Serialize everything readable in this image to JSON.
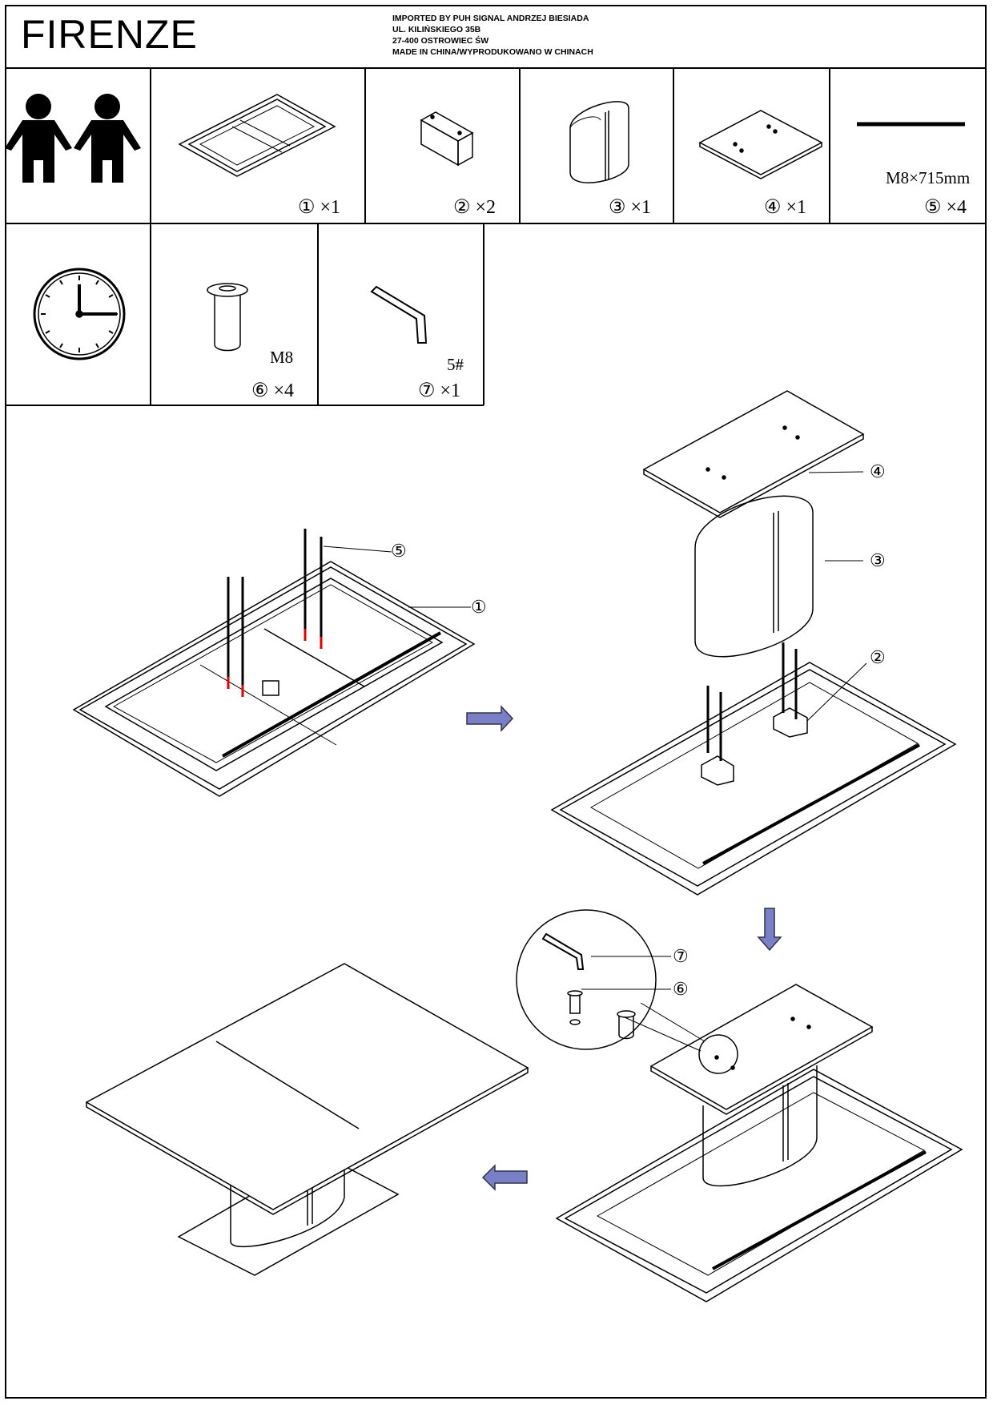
{
  "header": {
    "title": "FIRENZE",
    "importer_lines": [
      "IMPORTED BY PUH SIGNAL ANDRZEJ BIESIADA",
      "UL. KILIŃSKIEGO 35B",
      "27-400 OSTROWIEC ŚW",
      "MADE IN CHINA/WYPRODUKOWANO W CHINACH"
    ]
  },
  "parts": [
    {
      "id": "①",
      "qty": "×1",
      "name": "table-frame"
    },
    {
      "id": "②",
      "qty": "×2",
      "name": "bracket"
    },
    {
      "id": "③",
      "qty": "×1",
      "name": "pedestal"
    },
    {
      "id": "④",
      "qty": "×1",
      "name": "base-plate"
    },
    {
      "id": "⑤",
      "qty": "×4",
      "spec": "M8×715mm",
      "name": "threaded-rod"
    },
    {
      "id": "⑥",
      "qty": "×4",
      "spec": "M8",
      "name": "barrel-nut"
    },
    {
      "id": "⑦",
      "qty": "×1",
      "spec": "5#",
      "name": "hex-key"
    }
  ],
  "callouts": {
    "step1": [
      "⑤",
      "①"
    ],
    "step2": [
      "④",
      "③",
      "②"
    ],
    "step3": [
      "⑦",
      "⑥"
    ]
  }
}
